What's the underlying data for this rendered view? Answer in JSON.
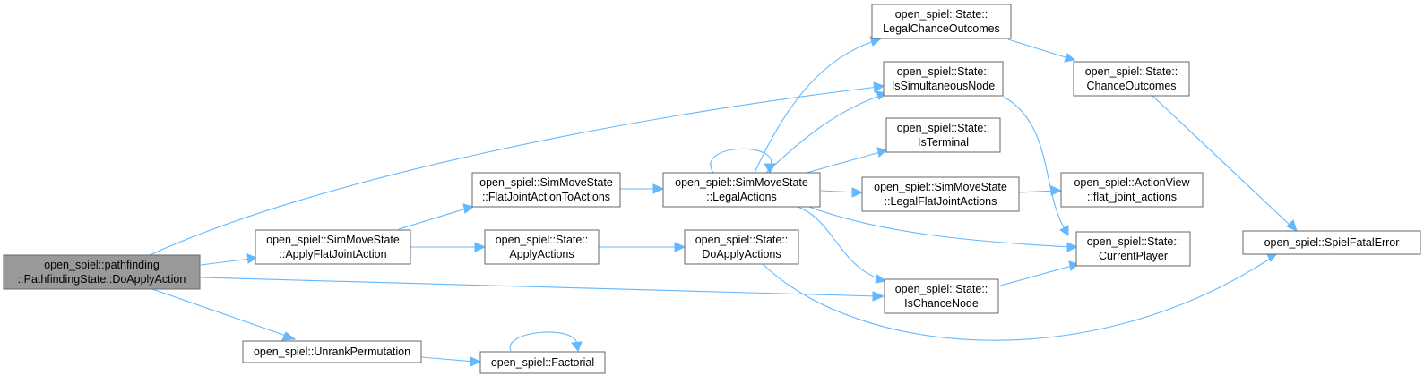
{
  "colors": {
    "edge": "#63b8ff",
    "node_border": "#666666",
    "root_fill": "#999999",
    "node_fill": "#ffffff"
  },
  "nodes": {
    "do_apply_action": {
      "line1": "open_spiel::pathfinding",
      "line2": "::PathfindingState::DoApplyAction"
    },
    "apply_flat_joint_action": {
      "line1": "open_spiel::SimMoveState",
      "line2": "::ApplyFlatJointAction"
    },
    "unrank_permutation": {
      "line1": "open_spiel::UnrankPermutation"
    },
    "flat_joint_action_to_actions": {
      "line1": "open_spiel::SimMoveState",
      "line2": "::FlatJointActionToActions"
    },
    "apply_actions": {
      "line1": "open_spiel::State::",
      "line2": "ApplyActions"
    },
    "factorial": {
      "line1": "open_spiel::Factorial"
    },
    "legal_actions": {
      "line1": "open_spiel::SimMoveState",
      "line2": "::LegalActions"
    },
    "do_apply_actions": {
      "line1": "open_spiel::State::",
      "line2": "DoApplyActions"
    },
    "legal_chance_outcomes": {
      "line1": "open_spiel::State::",
      "line2": "LegalChanceOutcomes"
    },
    "is_simultaneous_node": {
      "line1": "open_spiel::State::",
      "line2": "IsSimultaneousNode"
    },
    "is_terminal": {
      "line1": "open_spiel::State::",
      "line2": "IsTerminal"
    },
    "legal_flat_joint_actions": {
      "line1": "open_spiel::SimMoveState",
      "line2": "::LegalFlatJointActions"
    },
    "is_chance_node": {
      "line1": "open_spiel::State::",
      "line2": "IsChanceNode"
    },
    "chance_outcomes": {
      "line1": "open_spiel::State::",
      "line2": "ChanceOutcomes"
    },
    "flat_joint_actions": {
      "line1": "open_spiel::ActionView",
      "line2": "::flat_joint_actions"
    },
    "current_player": {
      "line1": "open_spiel::State::",
      "line2": "CurrentPlayer"
    },
    "spiel_fatal_error": {
      "line1": "open_spiel::SpielFatalError"
    }
  },
  "edges": [
    {
      "from": "do_apply_action",
      "to": "is_simultaneous_node"
    },
    {
      "from": "do_apply_action",
      "to": "apply_flat_joint_action"
    },
    {
      "from": "do_apply_action",
      "to": "is_chance_node"
    },
    {
      "from": "do_apply_action",
      "to": "unrank_permutation"
    },
    {
      "from": "apply_flat_joint_action",
      "to": "flat_joint_action_to_actions"
    },
    {
      "from": "apply_flat_joint_action",
      "to": "apply_actions"
    },
    {
      "from": "flat_joint_action_to_actions",
      "to": "legal_actions"
    },
    {
      "from": "apply_actions",
      "to": "do_apply_actions"
    },
    {
      "from": "do_apply_actions",
      "to": "spiel_fatal_error"
    },
    {
      "from": "unrank_permutation",
      "to": "factorial"
    },
    {
      "from": "factorial",
      "to": "factorial"
    },
    {
      "from": "legal_actions",
      "to": "legal_actions"
    },
    {
      "from": "legal_actions",
      "to": "legal_chance_outcomes"
    },
    {
      "from": "legal_actions",
      "to": "is_simultaneous_node"
    },
    {
      "from": "legal_actions",
      "to": "is_terminal"
    },
    {
      "from": "legal_actions",
      "to": "legal_flat_joint_actions"
    },
    {
      "from": "legal_actions",
      "to": "current_player"
    },
    {
      "from": "legal_actions",
      "to": "is_chance_node"
    },
    {
      "from": "legal_chance_outcomes",
      "to": "chance_outcomes"
    },
    {
      "from": "chance_outcomes",
      "to": "spiel_fatal_error"
    },
    {
      "from": "is_simultaneous_node",
      "to": "current_player"
    },
    {
      "from": "legal_flat_joint_actions",
      "to": "flat_joint_actions"
    },
    {
      "from": "is_chance_node",
      "to": "current_player"
    }
  ]
}
